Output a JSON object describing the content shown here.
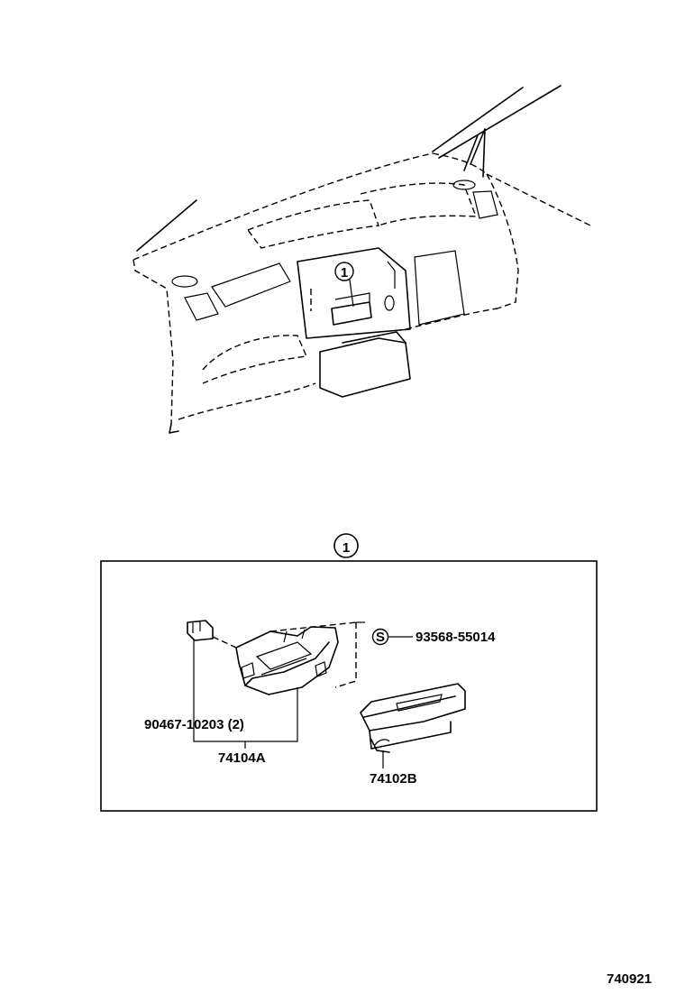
{
  "callout": {
    "number": "1"
  },
  "parts": {
    "screw_symbol": "S",
    "screw_part": "93568-55014",
    "clip_part": "90467-10203 (2)",
    "bracket_part": "74104A",
    "pocket_part": "74102B"
  },
  "diagram_id": "740921",
  "icons": {
    "dashboard": "instrument-panel-illustration",
    "bracket": "mounting-bracket-illustration",
    "pocket": "coin-pocket-illustration",
    "clip": "clip-illustration"
  }
}
